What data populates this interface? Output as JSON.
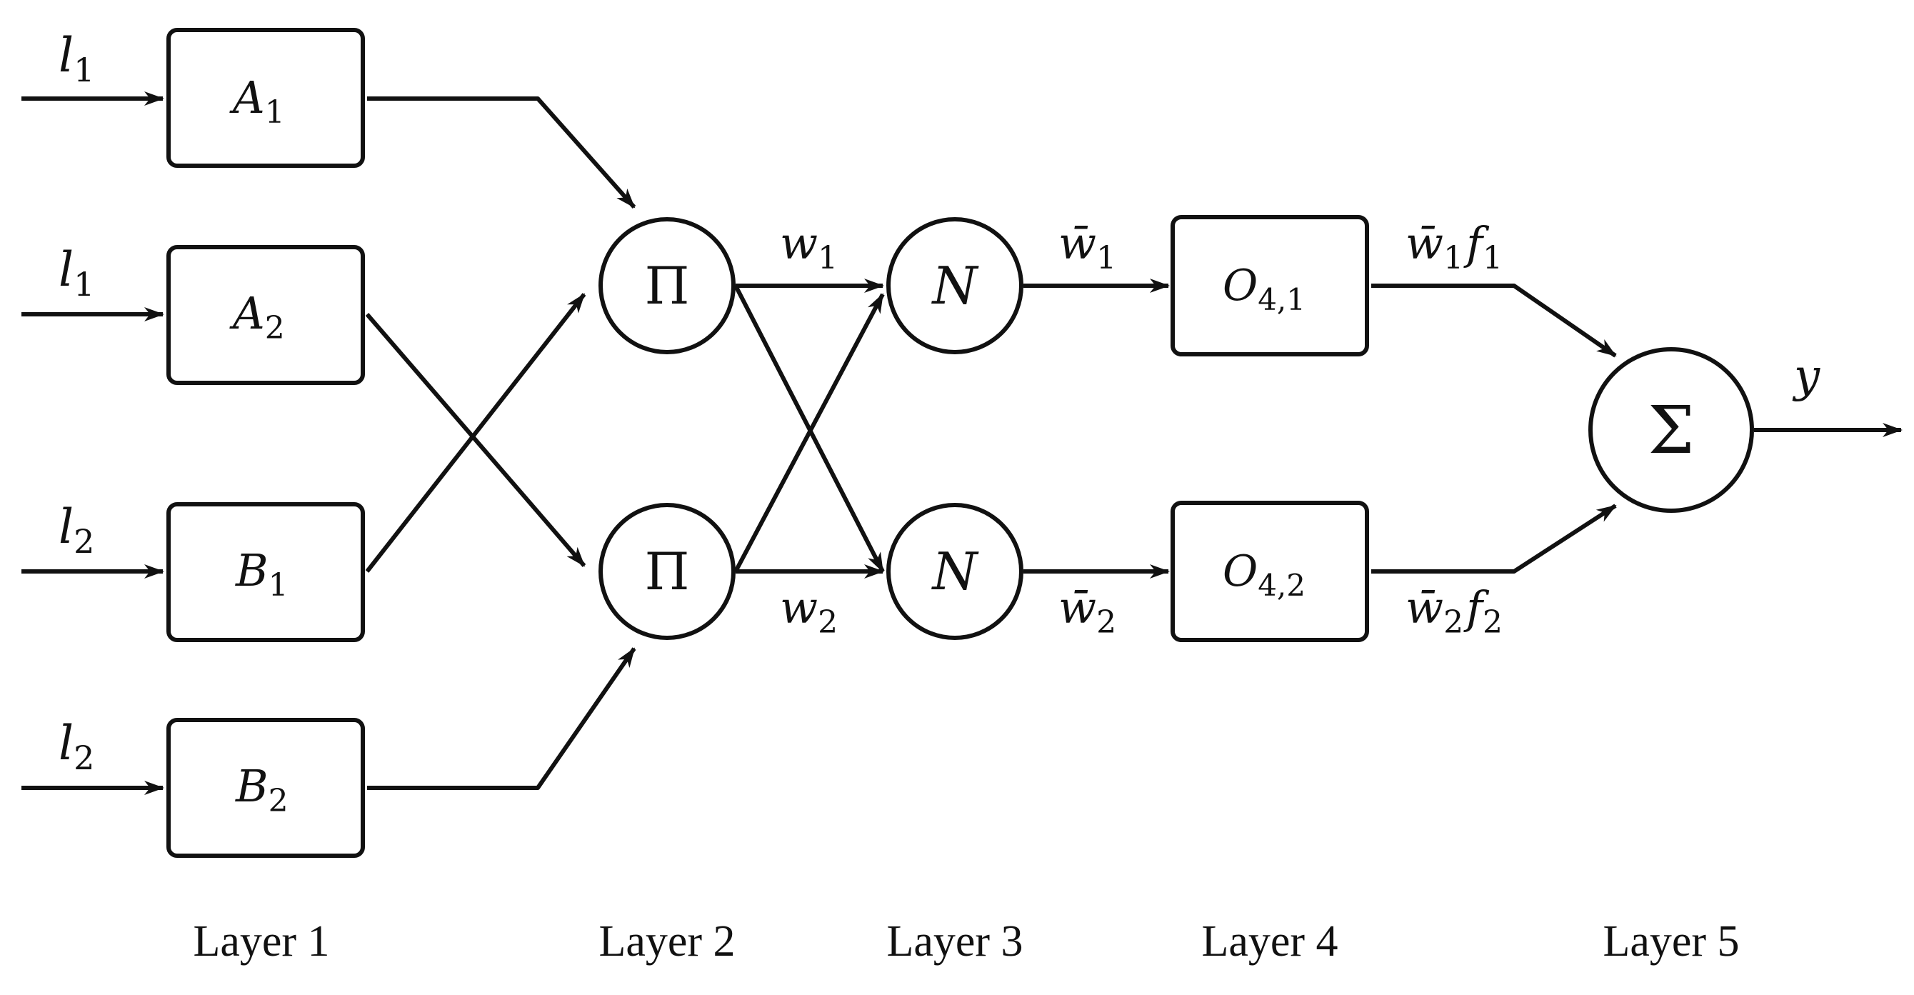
{
  "inputs": [
    {
      "base": "l",
      "sub": "1"
    },
    {
      "base": "l",
      "sub": "1"
    },
    {
      "base": "l",
      "sub": "2"
    },
    {
      "base": "l",
      "sub": "2"
    }
  ],
  "layer1_nodes": [
    {
      "base": "A",
      "sub": "1"
    },
    {
      "base": "A",
      "sub": "2"
    },
    {
      "base": "B",
      "sub": "1"
    },
    {
      "base": "B",
      "sub": "2"
    }
  ],
  "layer2_nodes": [
    {
      "symbol": "Π"
    },
    {
      "symbol": "Π"
    }
  ],
  "layer2_outputs": [
    {
      "base": "w",
      "sub": "1"
    },
    {
      "base": "w",
      "sub": "2"
    }
  ],
  "layer3_nodes": [
    {
      "symbol": "N"
    },
    {
      "symbol": "N"
    }
  ],
  "layer3_outputs": [
    {
      "base": "w̄",
      "sub": "1"
    },
    {
      "base": "w̄",
      "sub": "2"
    }
  ],
  "layer4_nodes": [
    {
      "base": "O",
      "sub": "4,1"
    },
    {
      "base": "O",
      "sub": "4,2"
    }
  ],
  "layer4_outputs": [
    {
      "base1": "w̄",
      "sub1": "1",
      "base2": "f",
      "sub2": "1"
    },
    {
      "base1": "w̄",
      "sub1": "2",
      "base2": "f",
      "sub2": "2"
    }
  ],
  "layer5_node": {
    "symbol": "Σ"
  },
  "output": {
    "label": "y"
  },
  "layer_labels": [
    "Layer 1",
    "Layer 2",
    "Layer 3",
    "Layer 4",
    "Layer 5"
  ]
}
